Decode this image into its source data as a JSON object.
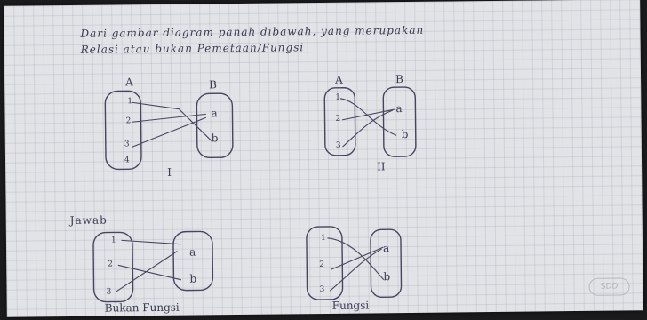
{
  "question": {
    "line1": "Dari gambar diagram panah dibawah, yang merupakan",
    "line2": "Relasi atau bukan Pemetaan/Fungsi"
  },
  "diagram_1": {
    "set_a_label": "A",
    "set_b_label": "B",
    "domain": [
      "1",
      "2",
      "3",
      "4"
    ],
    "codomain": [
      "a",
      "b"
    ],
    "caption": "I"
  },
  "diagram_2": {
    "set_a_label": "A",
    "set_b_label": "B",
    "domain": [
      "1",
      "2",
      "3"
    ],
    "codomain": [
      "a",
      "b"
    ],
    "caption": "II"
  },
  "answer": {
    "heading": "Jawab",
    "diagram_1": {
      "domain": [
        "1",
        "2",
        "3"
      ],
      "codomain": [
        "a",
        "b"
      ],
      "caption": "Bukan Fungsi"
    },
    "diagram_2": {
      "domain": [
        "1",
        "2",
        "3"
      ],
      "codomain": [
        "a",
        "b"
      ],
      "caption": "Fungsi"
    }
  },
  "watermark": "SDD"
}
